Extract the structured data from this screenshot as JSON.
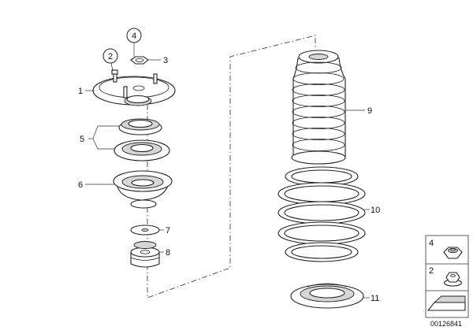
{
  "labels": {
    "p1": "1",
    "p2": "2",
    "p3": "3",
    "p4": "4",
    "p5": "5",
    "p6": "6",
    "p7": "7",
    "p8": "8",
    "p9": "9",
    "p10": "10",
    "p11": "11"
  },
  "legend": {
    "item_a": "4",
    "item_b": "2"
  },
  "diagram_number": "00126841"
}
